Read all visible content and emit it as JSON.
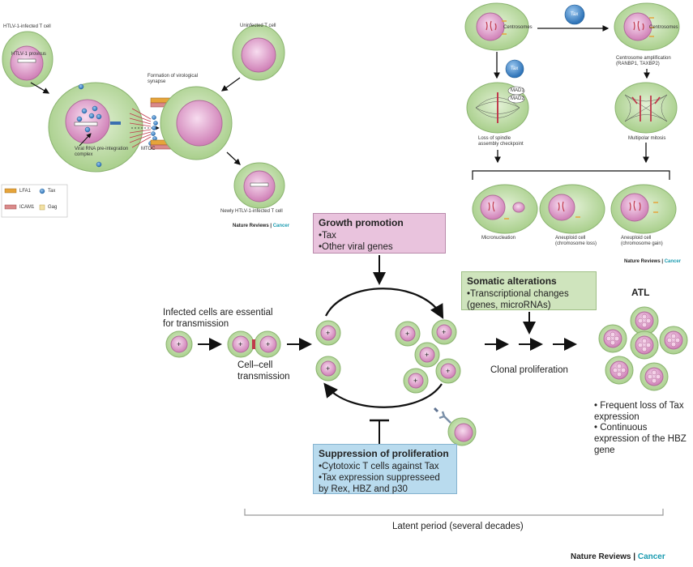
{
  "panel_a": {
    "infected_cell_label": "HTLV-1-infected T cell",
    "provirus_label": "HTLV-1 provirus",
    "uninfected_label": "Uninfected T cell",
    "synapse_label": "Formation of virological synapse",
    "viral_rna_label": "Viral RNA pre-integration complex",
    "mtoc_label": "MTOC",
    "newly_infected_label": "Newly HTLV-1-infected T cell",
    "legend": {
      "lfa1": "LFA1",
      "icam1": "ICAM1",
      "tax": "Tax",
      "gag": "Gag"
    },
    "journal": "Nature Reviews",
    "journal_section": "Cancer"
  },
  "panel_b": {
    "centrosomes_1": "Centrosomes",
    "centrosomes_2": "Centrosomes",
    "tax_1": "Tax",
    "tax_2": "Tax",
    "amplification_label": "Centrosome amplification (RANBP1, TAXBP2)",
    "mad1": "MAD1",
    "mad2": "MAD2",
    "loss_checkpoint": "Loss of spindle assembly checkpoint",
    "multipolar": "Multipolar mitosis",
    "micronucleation": "Micronucleation",
    "aneuploid_loss": "Aneuploid cell (chromosome loss)",
    "aneuploid_gain": "Aneuploid cell (chromosome gain)",
    "journal": "Nature Reviews",
    "journal_section": "Cancer"
  },
  "main": {
    "growth_title": "Growth promotion",
    "growth_items": [
      "Tax",
      "Other viral genes"
    ],
    "somatic_title": "Somatic alterations",
    "somatic_items": [
      "Transcriptional changes (genes, microRNAs)"
    ],
    "suppression_title": "Suppression of proliferation",
    "suppression_items": [
      "Cytotoxic T cells against Tax",
      "Tax expression suppresseed by Rex, HBZ and p30"
    ],
    "infected_essential": "Infected cells are essential for transmission",
    "cell_cell": "Cell–cell transmission",
    "clonal": "Clonal proliferation",
    "atl": "ATL",
    "atl_notes": [
      "Frequent loss of Tax expression",
      "Continuous expression of the HBZ gene"
    ],
    "latent": "Latent period (several decades)",
    "plus": "+",
    "journal": "Nature Reviews",
    "journal_section": "Cancer"
  },
  "colors": {
    "cell_outer": "#b9d9a1",
    "cell_inner": "#e4a6cd",
    "growth_box": "#e9c3dd",
    "somatic_box": "#cfe4bd",
    "suppression_box": "#b9dbee",
    "tax_blue": "#3a86c8",
    "accent_cyan": "#1a9bb0"
  }
}
